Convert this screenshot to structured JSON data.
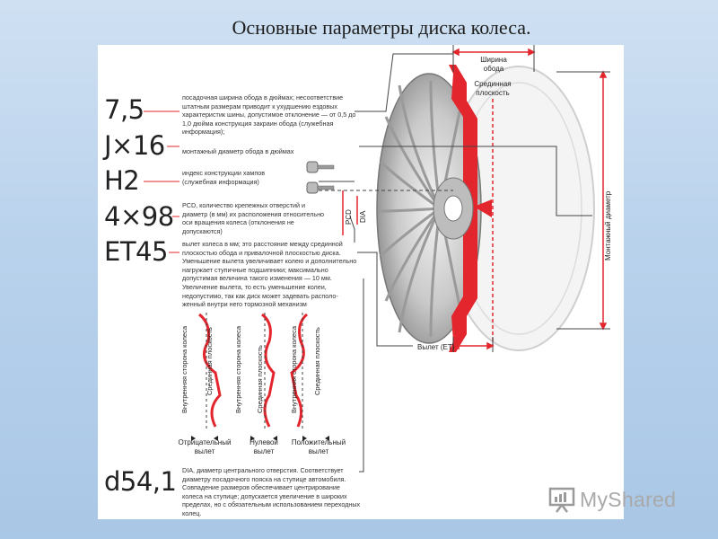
{
  "slide_title": "Основные параметры диска колеса",
  "slide_title_dot": ".",
  "params": [
    {
      "code": "7,5",
      "desc": "посадочная ширина обода в дюймах; несоответствие штат­ным размерам приводит к ухудшению ездовых характеристик шины, допустимое отклонение — от 0,5 до 1,0 дюйма конструкция закраин обода (служебная информация);"
    },
    {
      "code": "J×16",
      "desc": "монтажный диаметр обода в дюймах"
    },
    {
      "code": "H2",
      "desc": "индекс конструкции хампов (служебная информация)"
    },
    {
      "code": "4×98",
      "desc": "PCD, количество крепежных отверстий и диаметр (в мм) их расположения относительно оси враще­ния колеса (отклонения не допускаются)"
    },
    {
      "code": "ET45",
      "desc": "вылет колеса в мм; это расстояние между срединной плоско­стью обода и привалочной плоскостью диска. Уменьшение вылета увеличивает колею и дополнительно нагружает ступич­ные подшипники; максимально допустимая величина такого изменения — 10 мм. Увеличение вылета, то есть уменьшение колеи, недопустимо, так как диск может задевать располо­женный внутри него тормозной механизм"
    },
    {
      "code": "d54,1",
      "desc": "DIA, диаметр центрального отверстия. Соответствует диаметру посадочного пояска на ступице автомобиля. Совпадение размеров обеспечивает центрирование колеса на ступице; допускается увеличение в широких пределах, но с обязательным использованием переходных колец."
    }
  ],
  "wheel_labels": {
    "rim_width": [
      "Ширина",
      "обода"
    ],
    "mid_plane": [
      "Срединная",
      "плоскость"
    ],
    "mount_diameter": "Монтажный диаметр",
    "pcd": "PCD",
    "dia": "DIA",
    "offset": "Вылет (ET)"
  },
  "offset_types": [
    {
      "inner": "Внутренняя сторона колеса",
      "plane": "Срединная плоскость",
      "caption": [
        "Отрицательный",
        "вылет"
      ]
    },
    {
      "inner": "Внутренняя сторона колеса",
      "plane": "Срединная плоскость",
      "caption": [
        "Нулевой",
        "вылет"
      ]
    },
    {
      "inner": "Внутренняя сторона колеса",
      "plane": "Срединная плоскость",
      "caption": [
        "Положительный",
        "вылет"
      ]
    }
  ],
  "logo_text": "MyShared",
  "colors": {
    "accent": "#e3262d",
    "line": "#444444",
    "text": "#222222"
  }
}
